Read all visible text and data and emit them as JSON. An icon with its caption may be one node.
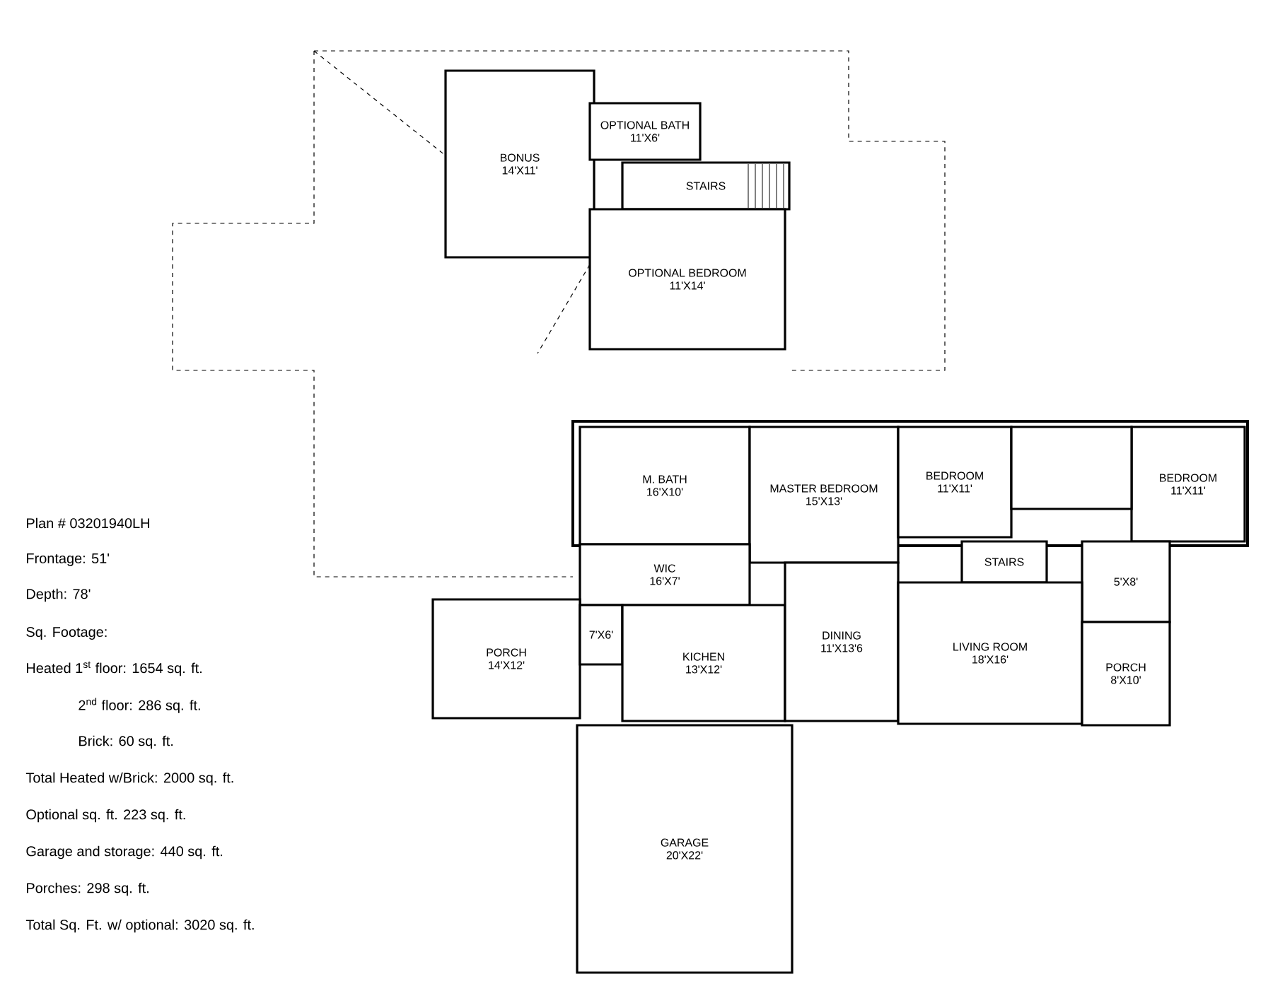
{
  "diagram": {
    "nodes": [
      {
        "text": [
          "BONUS",
          "14'X11'"
        ]
      },
      {
        "text": [
          "OPTIONAL BATH",
          "11'X6'"
        ]
      },
      {
        "text": [
          "STAIRS"
        ]
      },
      {
        "text": [
          "OPTIONAL BEDROOM",
          "11'X14'"
        ]
      },
      {
        "text": [
          "M. BATH",
          "16'X10'"
        ]
      },
      {
        "text": [
          "MASTER BEDROOM",
          "15'X13'"
        ]
      },
      {
        "text": [
          "BEDROOM",
          "11'X11'"
        ]
      },
      {
        "text": [
          "BEDROOM",
          "11'X11'"
        ]
      },
      {
        "text": [
          "WIC",
          "16'X7'"
        ]
      },
      {
        "text": [
          "STAIRS"
        ]
      },
      {
        "text": [
          "5'X8'"
        ]
      },
      {
        "text": [
          "PORCH",
          "14'X12'"
        ]
      },
      {
        "text": [
          "7'X6'"
        ]
      },
      {
        "text": [
          "KICHEN",
          "13'X12'"
        ]
      },
      {
        "text": [
          "DINING",
          "11'X13'6"
        ]
      },
      {
        "text": [
          "LIVING ROOM",
          "18'X16'"
        ]
      },
      {
        "text": [
          "PORCH",
          "8'X10'"
        ]
      },
      {
        "text": [
          "GARAGE",
          "20'X22'"
        ]
      },
      {
        "text": [],
        "shape": "box"
      }
    ],
    "labels": [
      "Plan # 03201940LH",
      "Frontage: 51'",
      "Depth: 78'",
      "Sq. Footage:",
      "Heated 1$^{st}$ floor: 1654 sq. ft.",
      "2$^{nd}$ floor: 286 sq. ft.",
      "Brick: 60 sq. ft.",
      "Total Heated w/Brick: 2000 sq. ft.",
      "Optional sq. ft. 223 sq. ft.",
      "Garage and storage: 440 sq. ft.",
      "Porches: 298 sq. ft.",
      "Total Sq. Ft. w/ optional: 3020 sq. ft."
    ]
  }
}
